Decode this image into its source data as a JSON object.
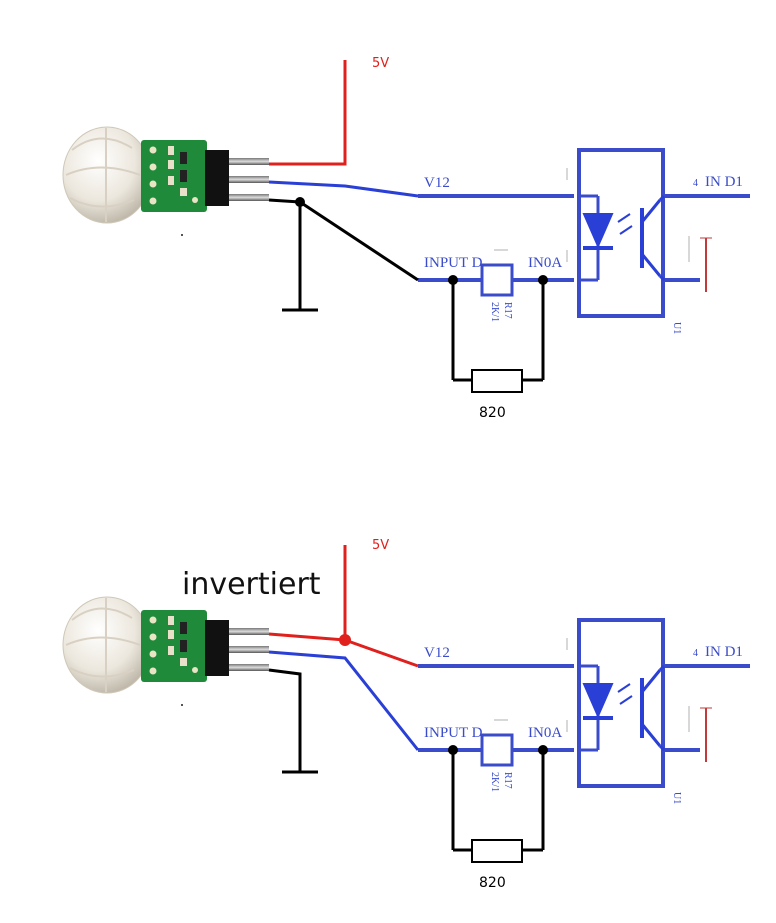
{
  "diagrams": [
    {
      "supply_label": "5V",
      "net_v12": "V12",
      "net_input": "INPUT D",
      "net_in0a": "IN0A",
      "net_out": "IN D1",
      "pin4": "4",
      "resistor_label": "R17",
      "resistor_value": "2K/1",
      "bypass_value": "820",
      "ic_label": "U1"
    },
    {
      "title": "invertiert",
      "supply_label": "5V",
      "net_v12": "V12",
      "net_input": "INPUT D",
      "net_in0a": "IN0A",
      "net_out": "IN D1",
      "pin4": "4",
      "resistor_label": "R17",
      "resistor_value": "2K/1",
      "bypass_value": "820",
      "ic_label": "U1"
    }
  ],
  "colors": {
    "wire_red": "#e0201c",
    "wire_blue": "#2a3fd6",
    "schematic_blue": "#3a4cc9",
    "wire_black": "#000000",
    "pcb_green": "#1f8a3a"
  }
}
